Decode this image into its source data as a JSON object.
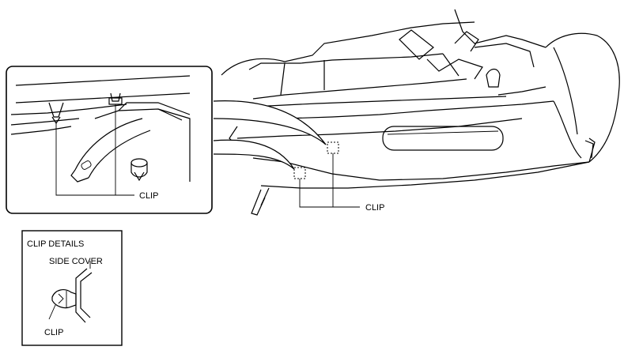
{
  "labels": {
    "inset_clip": "CLIP",
    "main_clip": "CLIP",
    "details_title": "CLIP DETAILS",
    "details_side_cover": "SIDE COVER",
    "details_clip": "CLIP"
  }
}
